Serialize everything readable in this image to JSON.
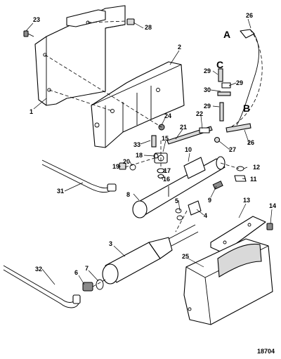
{
  "callouts": {
    "c1": "1",
    "c2": "2",
    "c3": "3",
    "c4": "4",
    "c5": "5",
    "c6": "6",
    "c7": "7",
    "c8": "8",
    "c9": "9",
    "c10": "10",
    "c11": "11",
    "c12": "12",
    "c13": "13",
    "c14": "14",
    "c15": "15",
    "c16": "16",
    "c17": "17",
    "c18": "18",
    "c19": "19",
    "c20": "20",
    "c21": "21",
    "c22": "22",
    "c23": "23",
    "c24": "24",
    "c25": "25",
    "c26a": "26",
    "c26b": "26",
    "c27": "27",
    "c28": "28",
    "c29a": "29",
    "c29b": "29",
    "c29c": "29",
    "c30": "30",
    "c31": "31",
    "c32": "32",
    "c33": "33"
  },
  "letters": {
    "A": "A",
    "B": "B",
    "C": "C"
  },
  "figure_number": "18704"
}
